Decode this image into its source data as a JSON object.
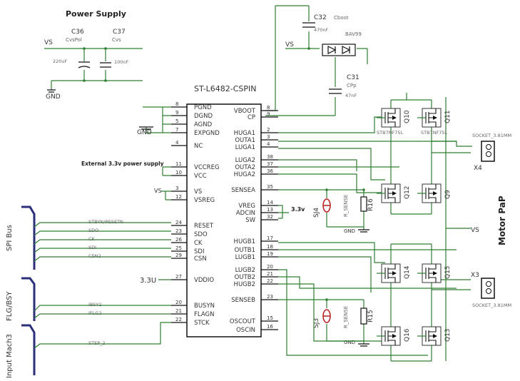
{
  "labels": {
    "power_supply": "Power Supply",
    "vs_top": "VS",
    "gnd_top": "GND",
    "c36": "C36",
    "c36_val": "CvsPol",
    "c36_cap": "220uF",
    "c37": "C37",
    "c37_val": "Cvs",
    "c37_cap": "100nF",
    "c32": "C32",
    "c32_val": "Cboot",
    "c32_cap": "470nF",
    "bav99": "BAV99",
    "c31": "C31",
    "c31_val": "CPp",
    "c31_cap": "47nF",
    "vs_mid": "VS",
    "ic_name": "ST-L6482-CSPIN",
    "ext_33": "External 3.3v power supply",
    "gnd_left": "GND",
    "vs_left": "VS",
    "spi_bus": "SPI Bus",
    "flg_bsy": "FLG/BSY",
    "input_mach3": "Input Mach3",
    "v33_left": "3.3U",
    "v33_right": "3.3v",
    "sj4": "SJ4",
    "sj3": "SJ3",
    "r16": "R16",
    "r15": "R15",
    "r_sense": "R_SENSE",
    "gnd_r16": "GND",
    "gnd_r15": "GND",
    "q10": "Q10",
    "q11": "Q11",
    "q12": "Q12",
    "q9": "Q9",
    "q14": "Q14",
    "q15": "Q15",
    "q16": "Q16",
    "q13": "Q13",
    "mosfet_a": "STB7NF75L",
    "mosfet_b": "STB7NF75L",
    "x4": "X4",
    "x3": "X3",
    "socket_x4": "SOCKET_3.81MM",
    "socket_x3": "SOCKET_3.81MM",
    "motor_pap": "Motor PaP",
    "vs_right": "VS"
  },
  "net_labels": [
    "STBYN/RESETN",
    "SDO",
    "CK",
    "SDI",
    "CSN2",
    "IBSY2",
    "IFLG2",
    "STEP_2"
  ],
  "left_pins": [
    {
      "name": "PGND",
      "num": "8"
    },
    {
      "name": "DGND",
      "num": "9"
    },
    {
      "name": "AGND",
      "num": "5"
    },
    {
      "name": "EXPGND",
      "num": "7"
    },
    {
      "name": "NC",
      "num": "4"
    },
    {
      "name": "VCCREG",
      "num": "11"
    },
    {
      "name": "VCC",
      "num": "10"
    },
    {
      "name": "VS",
      "num": "3"
    },
    {
      "name": "VSREG",
      "num": "12"
    },
    {
      "name": "RESET",
      "num": "24"
    },
    {
      "name": "SDO",
      "num": "23"
    },
    {
      "name": "CK",
      "num": "26"
    },
    {
      "name": "SDI",
      "num": "25"
    },
    {
      "name": "CSN",
      "num": "29"
    },
    {
      "name": "VDDIO",
      "num": "27"
    },
    {
      "name": "BUSYN",
      "num": "20"
    },
    {
      "name": "FLAGN",
      "num": "21"
    },
    {
      "name": "STCK",
      "num": "22"
    }
  ],
  "right_pins": [
    {
      "name": "VBOOT",
      "num": "8"
    },
    {
      "name": "CP",
      "num": "9"
    },
    {
      "name": "HUGA1",
      "num": "2"
    },
    {
      "name": "OUTA1",
      "num": "3"
    },
    {
      "name": "LUGA1",
      "num": "4"
    },
    {
      "name": "LUGA2",
      "num": "38"
    },
    {
      "name": "OUTA2",
      "num": "37"
    },
    {
      "name": "HUGA2",
      "num": "36"
    },
    {
      "name": "SENSEA",
      "num": "35"
    },
    {
      "name": "VREG",
      "num": "14"
    },
    {
      "name": "ADCIN",
      "num": "13"
    },
    {
      "name": "SW",
      "num": "32"
    },
    {
      "name": "HUGB1",
      "num": "17"
    },
    {
      "name": "OUTB1",
      "num": "18"
    },
    {
      "name": "LUGB1",
      "num": "19"
    },
    {
      "name": "LUGB2",
      "num": "20"
    },
    {
      "name": "OUTB2",
      "num": "21"
    },
    {
      "name": "HUGB2",
      "num": "22"
    },
    {
      "name": "SENSEB",
      "num": "23"
    },
    {
      "name": "OSCOUT",
      "num": "15"
    },
    {
      "name": "OSCIN",
      "num": "16"
    }
  ]
}
